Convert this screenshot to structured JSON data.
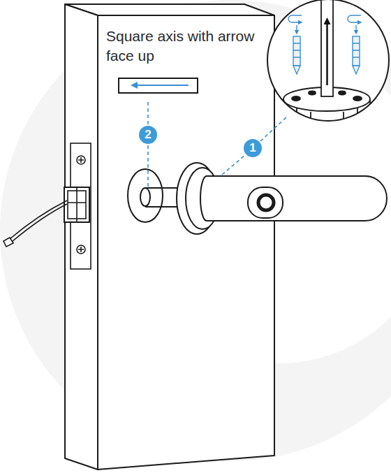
{
  "diagram": {
    "labels": [
      "Square axis with arrow face up",
      "2",
      "1"
    ]
  }
}
